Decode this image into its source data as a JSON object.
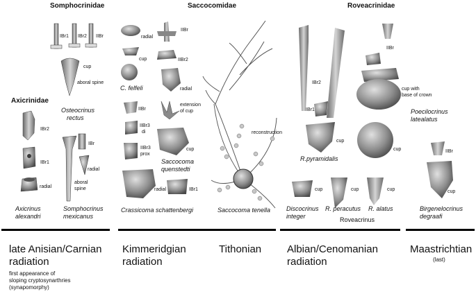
{
  "families": {
    "somphocrinidae": "Somphocrinidae",
    "saccocomidae": "Saccocomidae",
    "roveacrinidae": "Roveacrinidae",
    "axicrinidae": "Axicrinidae"
  },
  "labels": {
    "ibr1": "IBr1",
    "ibr2": "IBr2",
    "iibr": "IIBr",
    "ibr": "IBr",
    "cup": "cup",
    "radial": "radial",
    "aboral_spine": "aboral spine",
    "aboral": "aboral",
    "spine": "spine",
    "iibr2": "IIBr2",
    "extension_of": "extension",
    "extension_of2": "of cup",
    "iibr3": "IIBr3",
    "di": "di",
    "prox": "prox",
    "reconstruction": "reconstruction",
    "cup_with": "cup with",
    "base_of_crown": "base of crown"
  },
  "species": {
    "axicrinus_1": "Axicrinus",
    "axicrinus_2": "alexandri",
    "osteocrinus_1": "Osteocrinus",
    "osteocrinus_2": "rectus",
    "somphocrinus_1": "Somphocrinus",
    "somphocrinus_2": "mexicanus",
    "c_felfeli": "C. felfeli",
    "saccocoma_q1": "Saccocoma",
    "saccocoma_q2": "quenstedti",
    "crassicoma": "Crassicoma schattenbergi",
    "saccocoma_tenella": "Saccocoma tenella",
    "poecilocrinus_1": "Poecilocrinus",
    "poecilocrinus_2": "latealatus",
    "r_pyramidalis": "R.pyramidalis",
    "discocrinus_1": "Discocrinus",
    "discocrinus_2": "integer",
    "r_peracutus": "R. peracutus",
    "r_alatus": "R. alatus",
    "roveacrinus": "Roveacrinus",
    "birgenelocrinus_1": "Birgenelocrinus",
    "birgenelocrinus_2": "degraafi"
  },
  "radiations": {
    "anisian_1": "late Anisian/Carnian",
    "anisian_2": "radiation",
    "anisian_note_1": "first appearance of",
    "anisian_note_2": "sloping cryptosynarthries",
    "anisian_note_3": "(synapomorphy)",
    "kimmeridgian_1": "Kimmeridgian",
    "kimmeridgian_2": "radiation",
    "tithonian": "Tithonian",
    "albian_1": "Albian/Cenomanian",
    "albian_2": "radiation",
    "maastrichtian": "Maastrichtian",
    "maastrichtian_note": "(last)"
  },
  "colors": {
    "fossil_fill": "#9a9a9a",
    "fossil_dark": "#5a5a5a",
    "fossil_light": "#cfcfcf",
    "line": "#000000"
  }
}
